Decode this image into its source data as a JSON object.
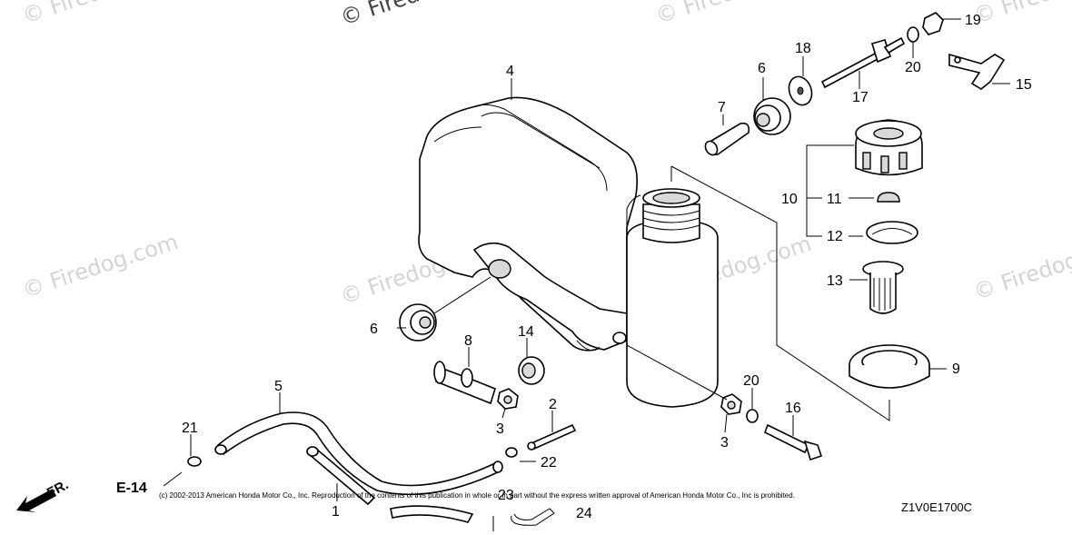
{
  "watermark": {
    "text": "© Firedog.com"
  },
  "callouts": {
    "c1": "1",
    "c2": "2",
    "c3a": "3",
    "c3b": "3",
    "c4": "4",
    "c5": "5",
    "c6a": "6",
    "c6b": "6",
    "c7": "7",
    "c8": "8",
    "c9": "9",
    "c10": "10",
    "c11": "11",
    "c12": "12",
    "c13": "13",
    "c14": "14",
    "c15": "15",
    "c16": "16",
    "c17": "17",
    "c18": "18",
    "c19": "19",
    "c20a": "20",
    "c20b": "20",
    "c21": "21",
    "c22": "22",
    "c23": "23",
    "c24": "24"
  },
  "ref_label": "E-14",
  "direction_label": "FR.",
  "copyright": "(c) 2002-2013 American Honda Motor Co., Inc. Reproduction of the contents of this publication in whole or in part without the express written approval of American Honda Motor Co., Inc is prohibited.",
  "diagram_code": "Z1V0E1700C",
  "colors": {
    "line": "#000000",
    "watermark": "#d4d4d4",
    "background": "#ffffff"
  }
}
